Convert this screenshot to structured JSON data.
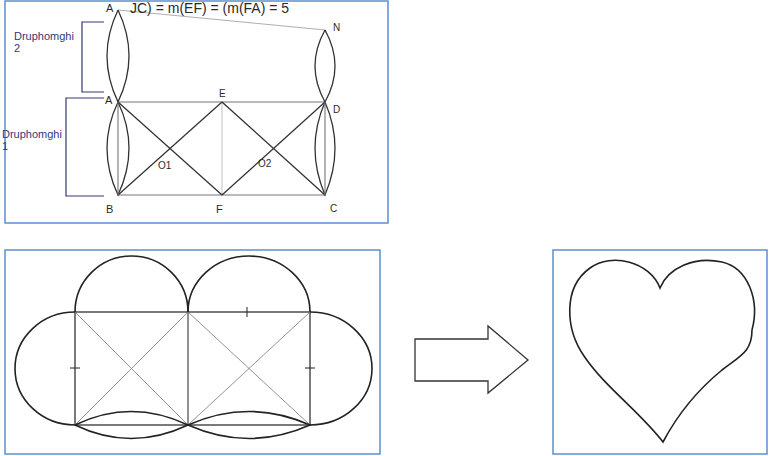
{
  "diagram": {
    "labels": [
      "JC) = m(EF) = (m(FA) = 5",
      "Druphomghi 2",
      "Druphomghi 1",
      "A",
      "A",
      "B",
      "E",
      "F",
      "C",
      "D",
      "N",
      "O1",
      "O2"
    ]
  }
}
